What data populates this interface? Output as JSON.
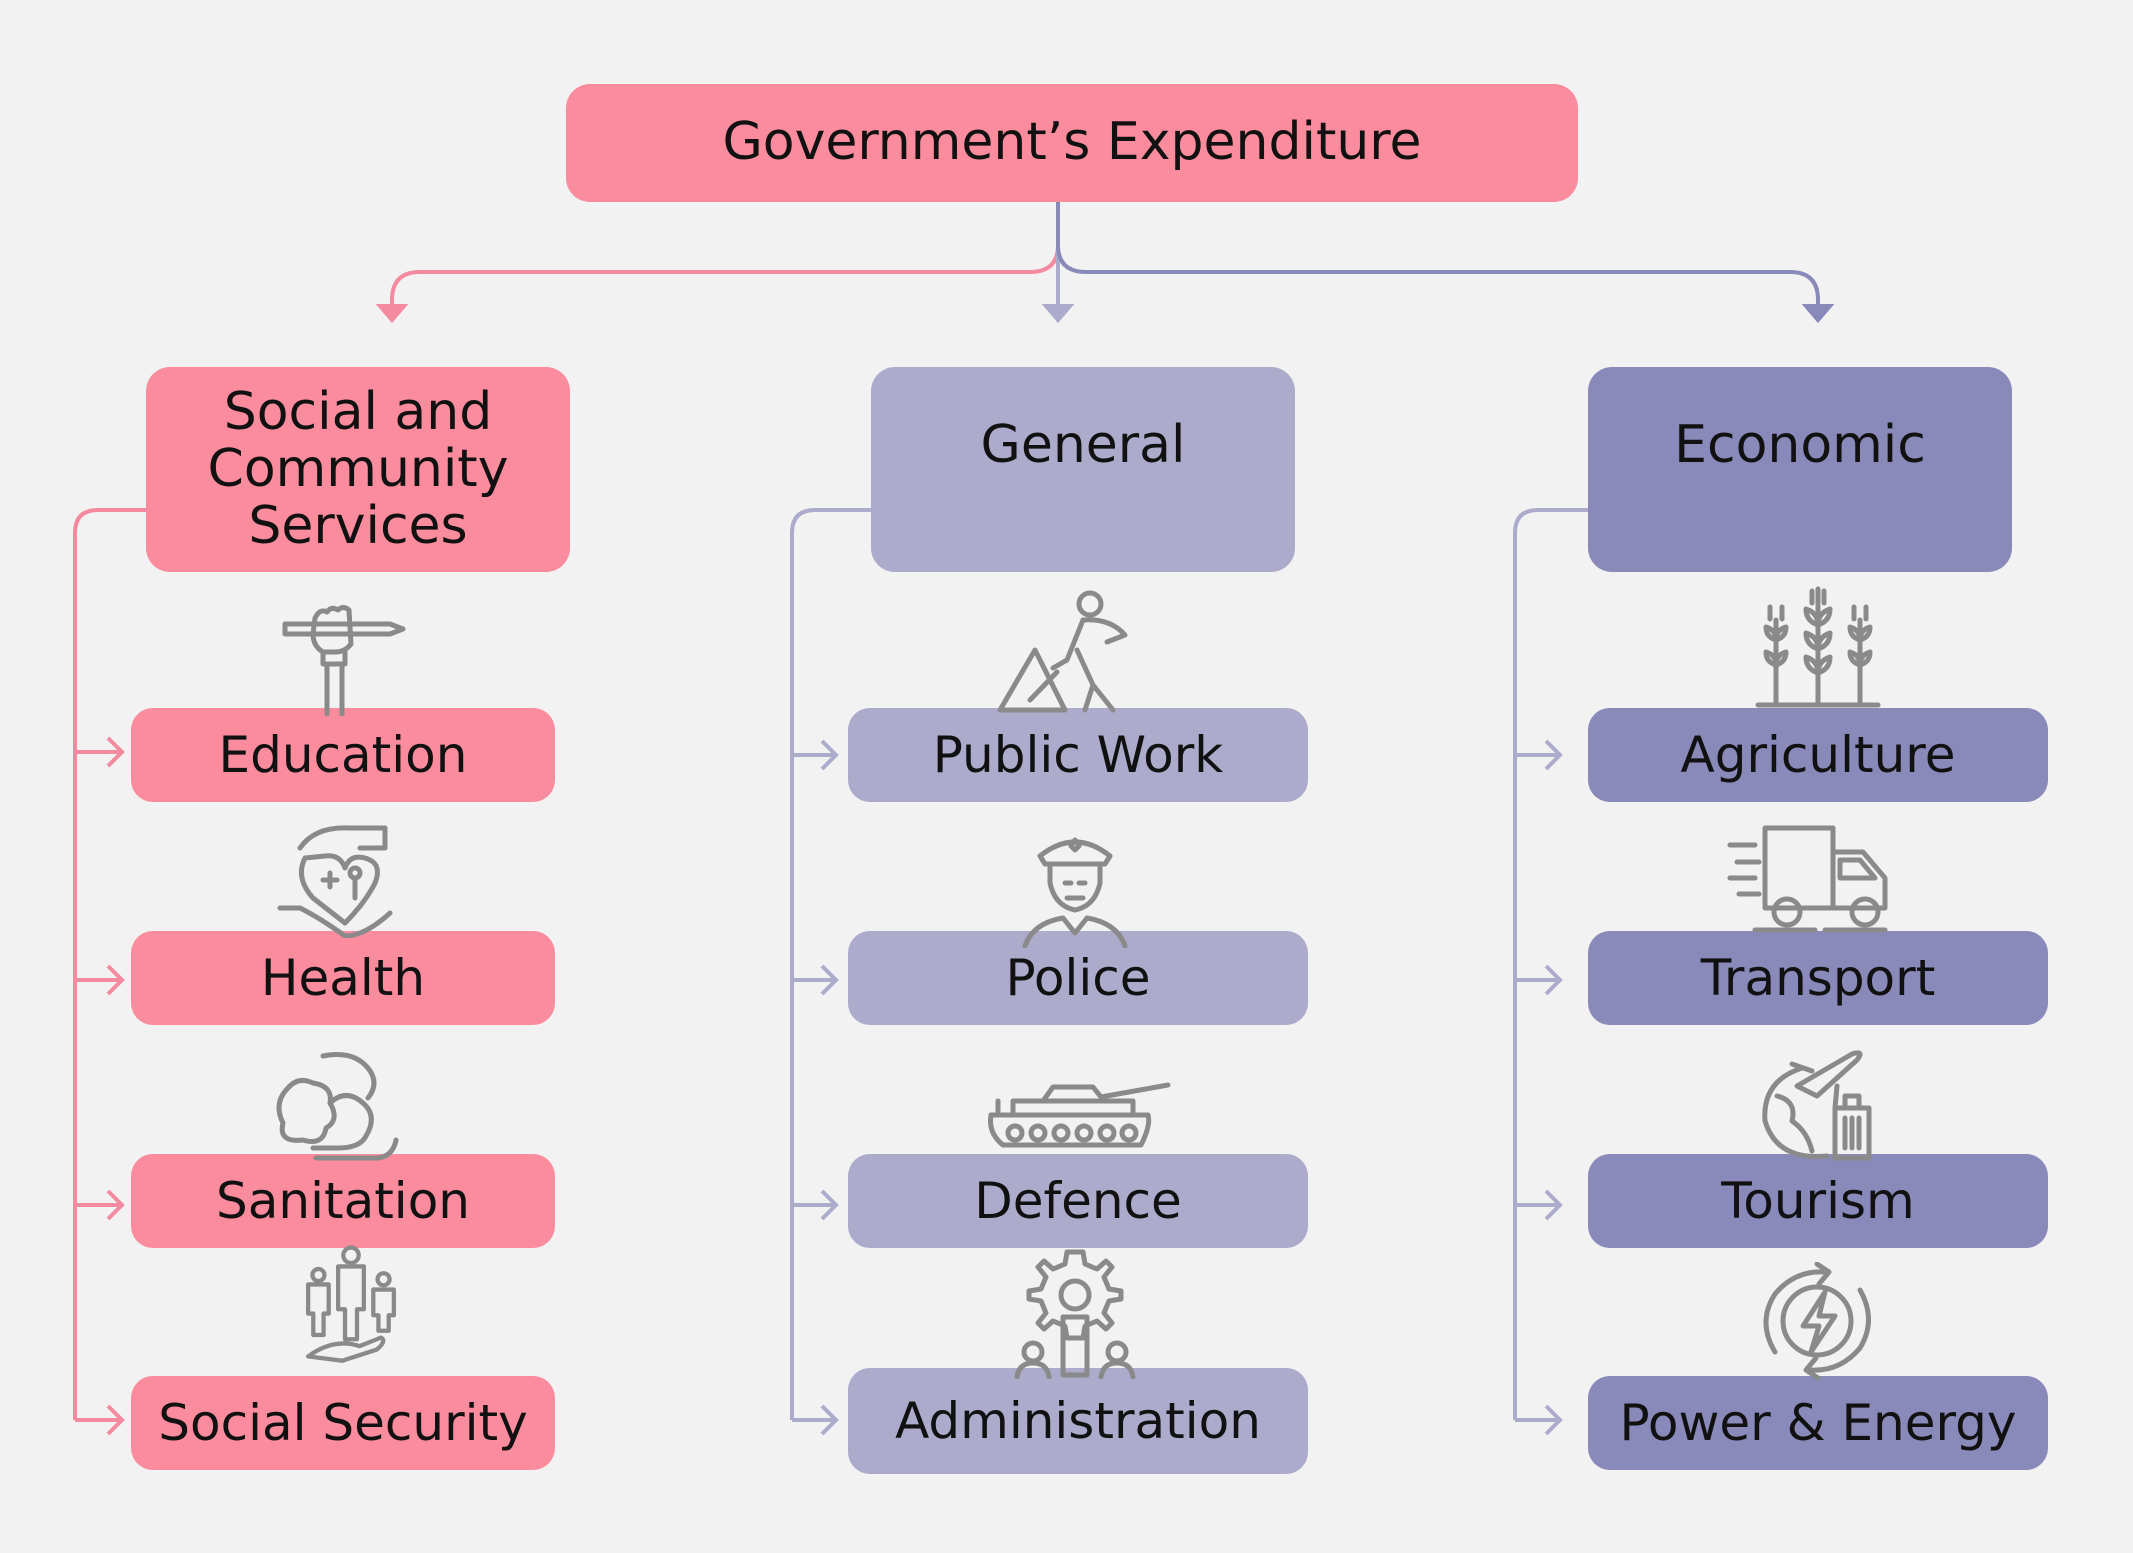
{
  "root": {
    "label": "Government’s Expenditure"
  },
  "categories": [
    {
      "label": "Social and Community Services",
      "color": "#fa8c9e",
      "items": [
        {
          "label": "Education",
          "icon": "hand-pencil-icon"
        },
        {
          "label": "Health",
          "icon": "heart-care-hands-icon"
        },
        {
          "label": "Sanitation",
          "icon": "washing-hands-icon"
        },
        {
          "label": "Social Security",
          "icon": "family-hand-icon"
        }
      ]
    },
    {
      "label": "General",
      "color": "#acabcb",
      "items": [
        {
          "label": "Public Work",
          "icon": "road-worker-icon"
        },
        {
          "label": "Police",
          "icon": "police-officer-icon"
        },
        {
          "label": "Defence",
          "icon": "tank-icon"
        },
        {
          "label": "Administration",
          "icon": "admin-gear-people-icon"
        }
      ]
    },
    {
      "label": "Economic",
      "color": "#8989ba",
      "items": [
        {
          "label": "Agriculture",
          "icon": "wheat-icon"
        },
        {
          "label": "Transport",
          "icon": "delivery-truck-icon"
        },
        {
          "label": "Tourism",
          "icon": "globe-plane-luggage-icon"
        },
        {
          "label": "Power & Energy",
          "icon": "lightning-cycle-icon"
        }
      ]
    }
  ]
}
